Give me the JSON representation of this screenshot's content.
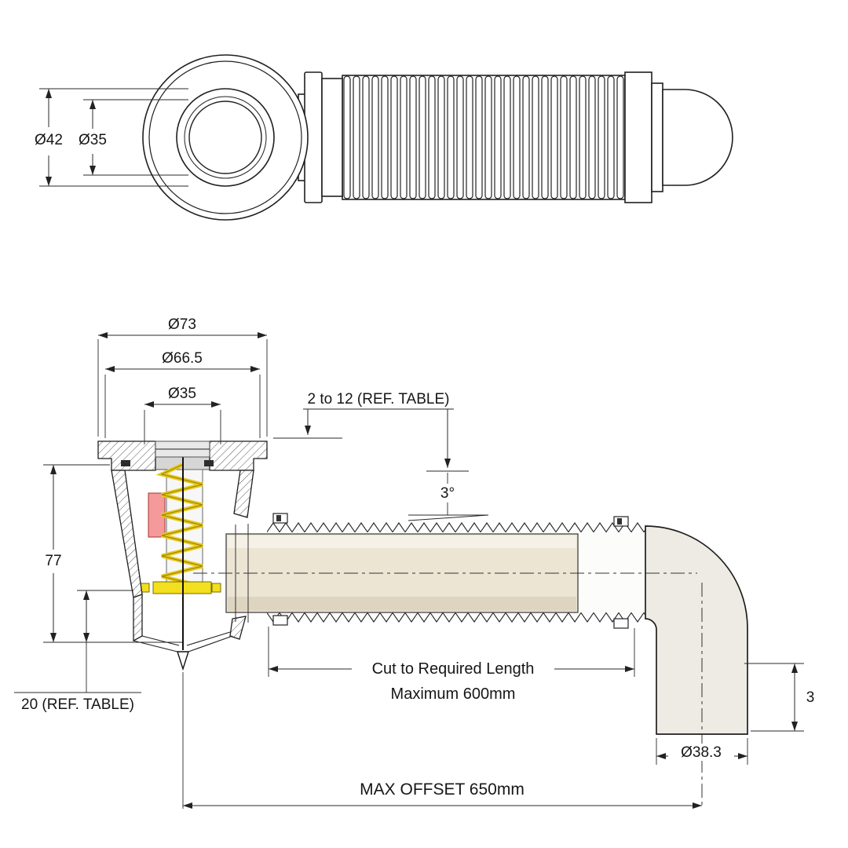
{
  "top_view": {
    "dim_42": "Ø42",
    "dim_35": "Ø35"
  },
  "section_view": {
    "dim_73": "Ø73",
    "dim_66_5": "Ø66.5",
    "dim_35": "Ø35",
    "adjust_range": "2 to 12 (REF. TABLE)",
    "angle": "3°",
    "height": "77",
    "depth_ref": "20 (REF. TABLE)",
    "cut_note_line1": "Cut to Required Length",
    "cut_note_line2": "Maximum 600mm",
    "outlet_dia": "Ø38.3",
    "elbow_dim": "3",
    "max_offset": "MAX OFFSET 650mm"
  },
  "colors": {
    "line": "#1f1f1f",
    "spring_yellow": "#e8c81e",
    "spring_edge": "#9b8a00",
    "seal_yellow": "#f2df1f",
    "valve_red": "#f49a9a",
    "pipe_beige": "#ece5d4",
    "pipe_beige_light": "#f6f1e6",
    "pipe_beige_dark": "#ded5c0",
    "elbow_gray": "#edebe3",
    "grate_gray": "#e8e8e8",
    "header_gray": "#d6d6d6"
  }
}
